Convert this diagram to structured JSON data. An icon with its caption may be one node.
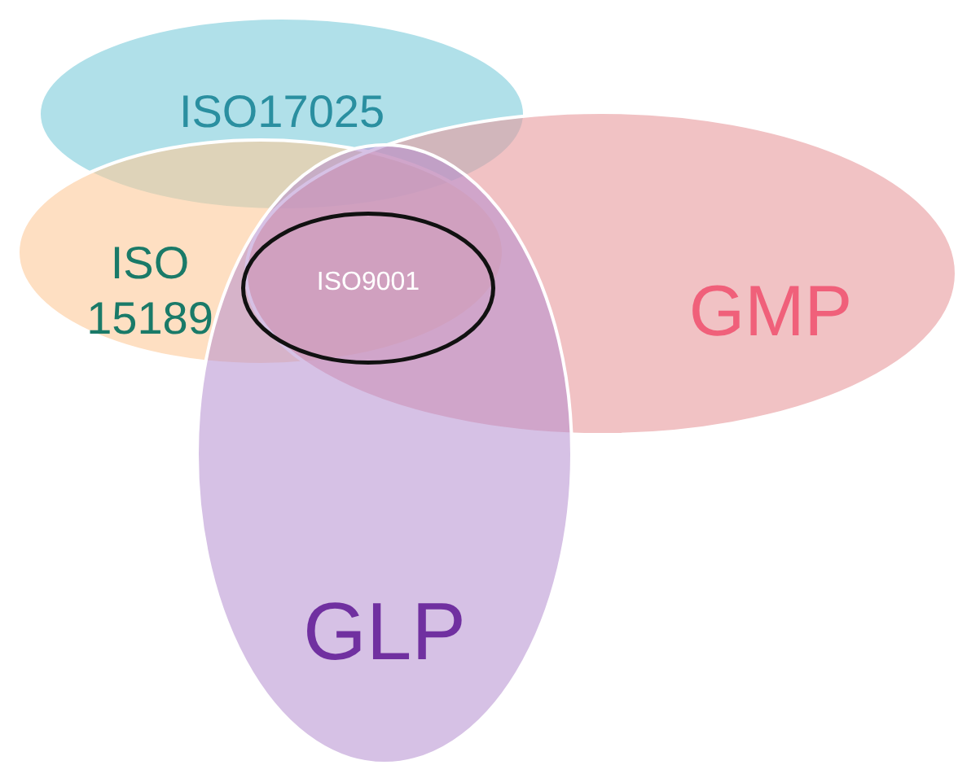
{
  "diagram": {
    "nodes": [
      {
        "text": [
          "ISO17025"
        ]
      },
      {
        "text": [
          "ISO 15189"
        ]
      },
      {
        "text": [
          "GMP"
        ]
      },
      {
        "text": [
          "GLP"
        ]
      },
      {
        "text": [
          "ISO9001"
        ]
      }
    ]
  }
}
